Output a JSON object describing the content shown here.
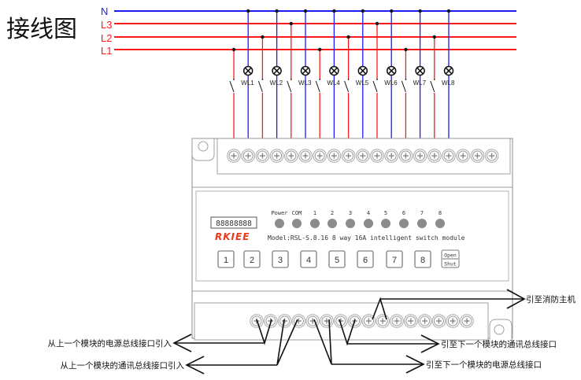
{
  "title": "接线图",
  "buses": [
    {
      "key": "N",
      "label": "N",
      "color": "#1a1aff"
    },
    {
      "key": "L3",
      "label": "L3",
      "color": "#ff1a1a"
    },
    {
      "key": "L2",
      "label": "L2",
      "color": "#ff1a1a"
    },
    {
      "key": "L1",
      "label": "L1",
      "color": "#ff1a1a"
    }
  ],
  "channels": [
    {
      "label": "WL1",
      "phase": "L1"
    },
    {
      "label": "WL2",
      "phase": "L2"
    },
    {
      "label": "WL3",
      "phase": "L3"
    },
    {
      "label": "WL4",
      "phase": "L1"
    },
    {
      "label": "WL5",
      "phase": "L2"
    },
    {
      "label": "WL6",
      "phase": "L3"
    },
    {
      "label": "WL7",
      "phase": "L1"
    },
    {
      "label": "WL8",
      "phase": "L2"
    }
  ],
  "module": {
    "dip_label": "88888888",
    "brand": "RKIEE",
    "model_text": "Model:RSL-S.8.16  8 way 16A intelligent switch module",
    "indicators": [
      "Power",
      "COM",
      "1",
      "2",
      "3",
      "4",
      "5",
      "6",
      "7",
      "8"
    ],
    "buttons": [
      "1",
      "2",
      "3",
      "4",
      "5",
      "6",
      "7",
      "8"
    ],
    "open_shut": {
      "top": "Open",
      "bottom": "Shut"
    },
    "top_terminal_count": 19,
    "bottom_terminal_count": 16
  },
  "annotations": {
    "fire_host": "引至消防主机",
    "next_comm": "引至下一个模块的通讯总线接口",
    "next_power": "引至下一个模块的电源总线接口",
    "prev_power": "从上一个模块的电源总线接口引入",
    "prev_comm": "从上一个模块的通讯总线接口引入"
  },
  "colors": {
    "neutral": "#1a1aff",
    "live": "#ff1a1a",
    "device_outline": "#9a9a9a",
    "brand": "#e83a1c"
  }
}
